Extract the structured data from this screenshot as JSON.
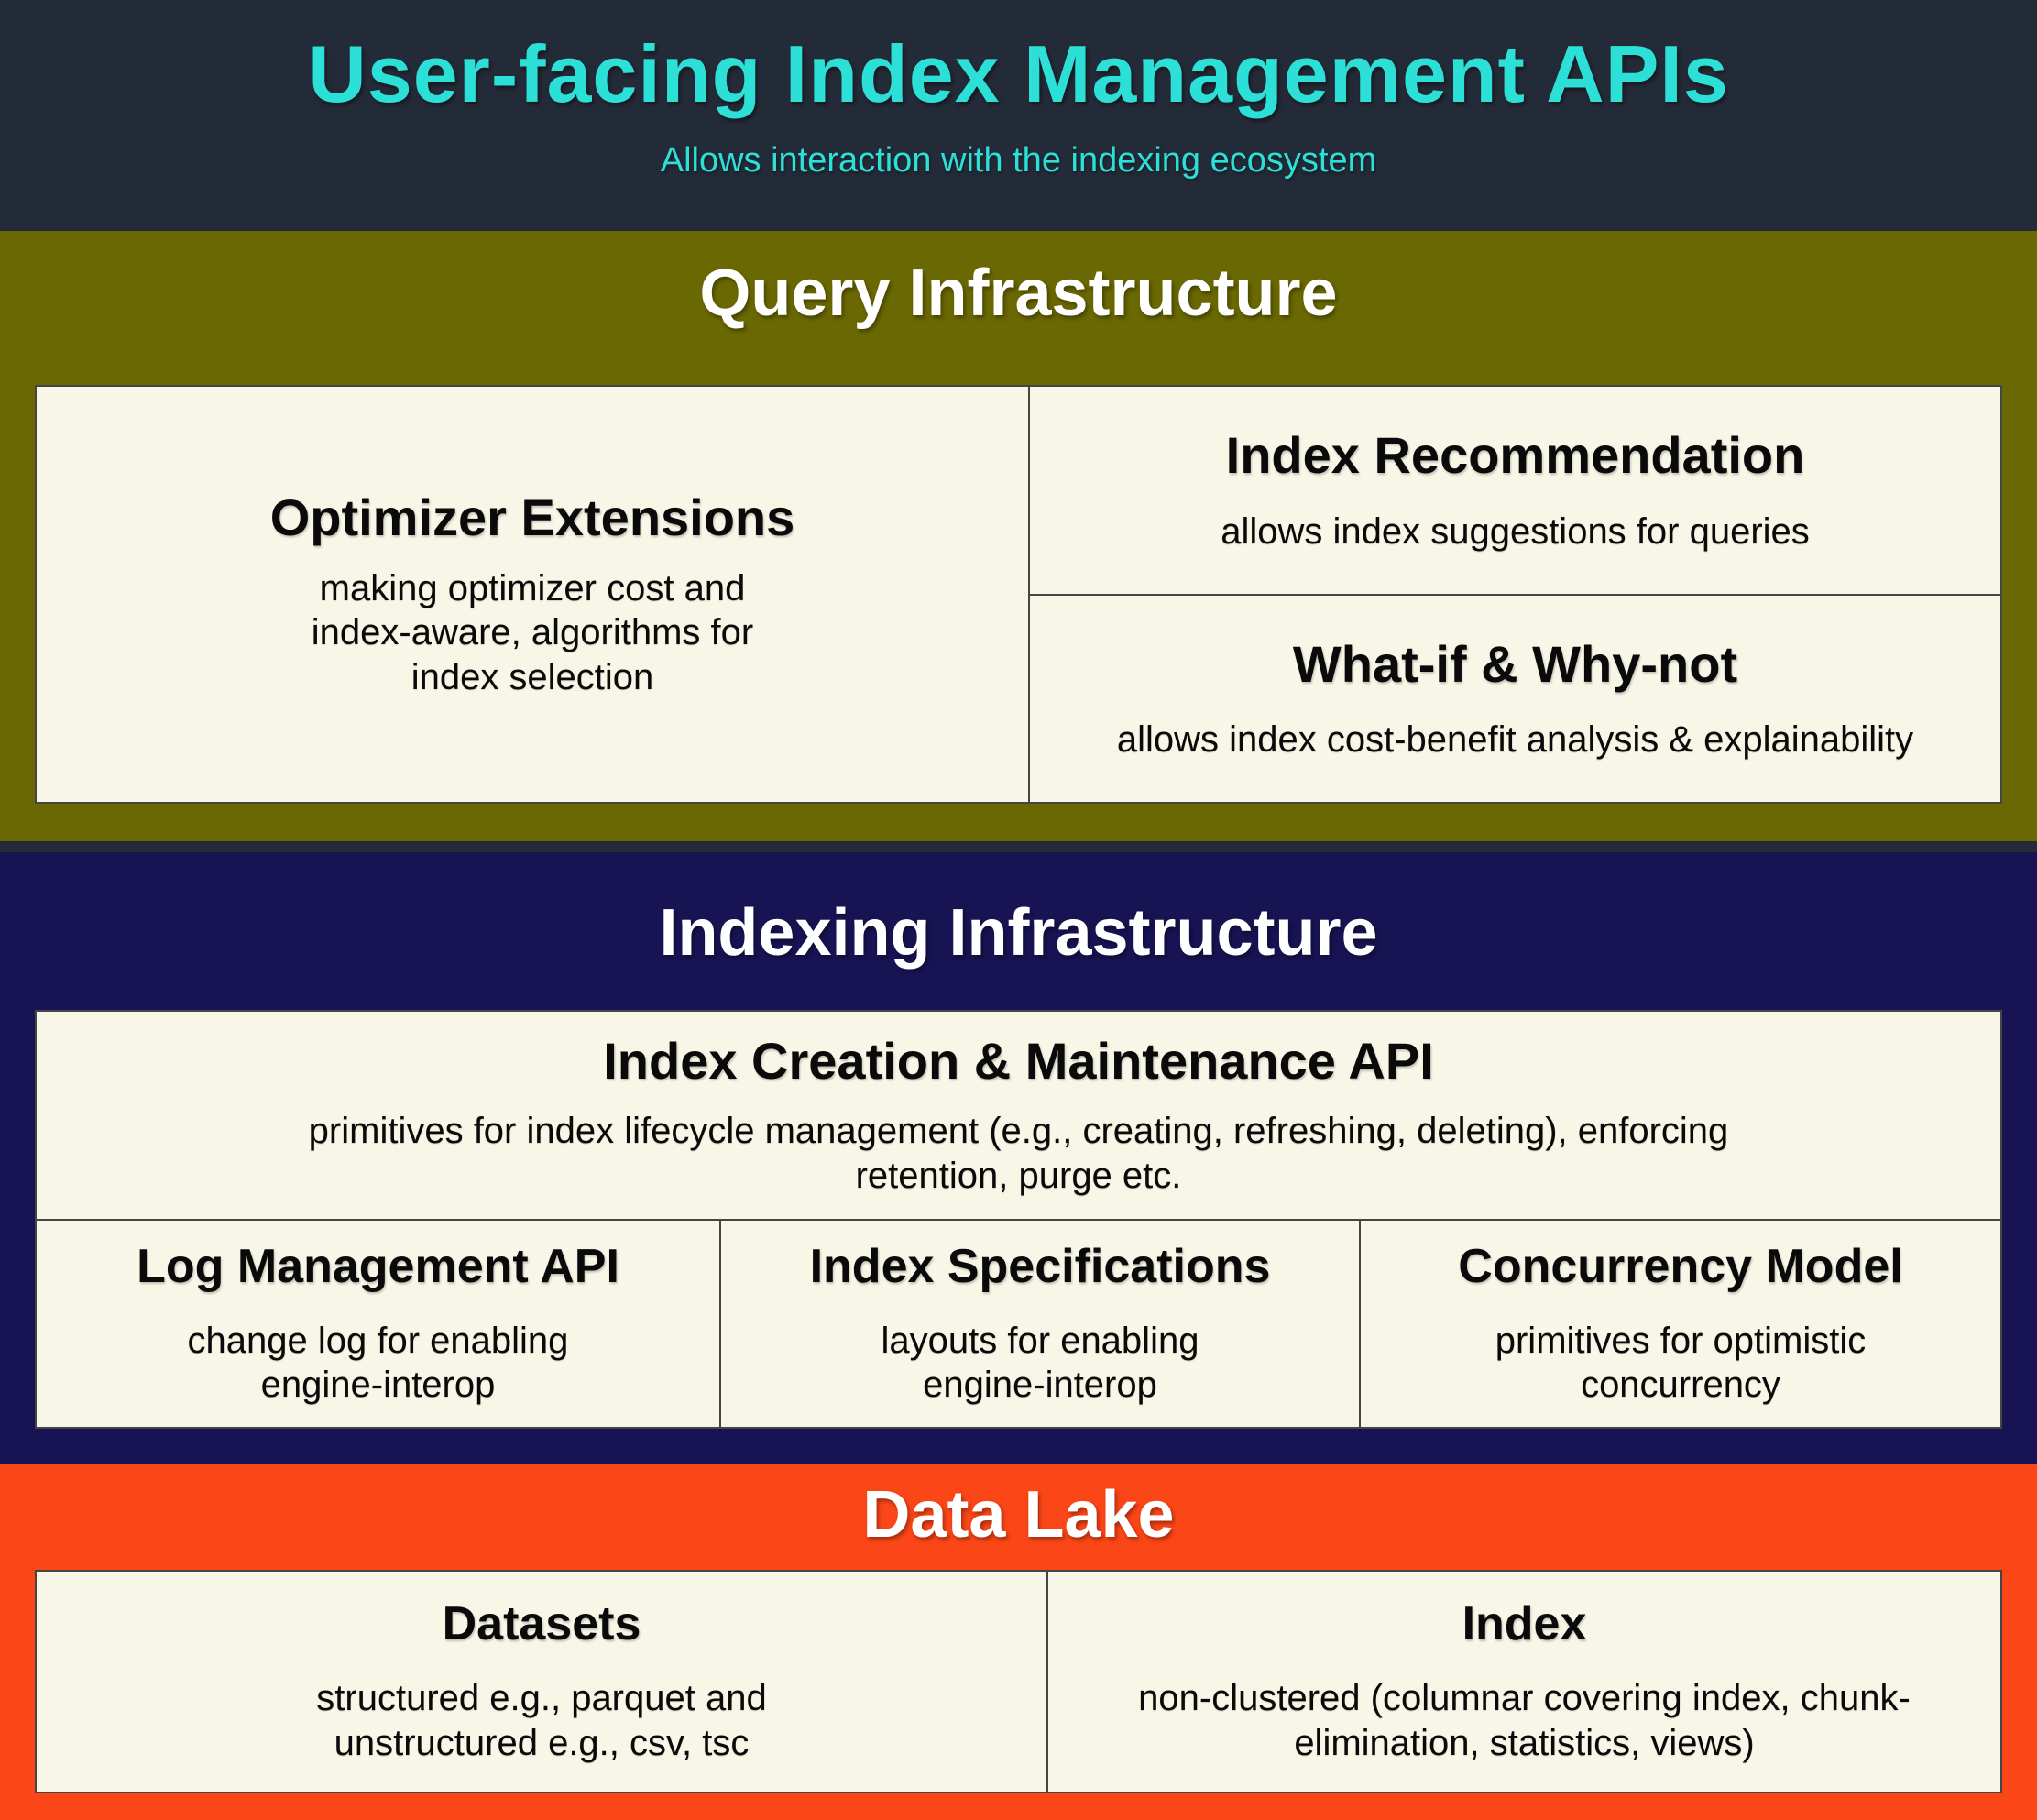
{
  "header": {
    "title": "User-facing Index Management APIs",
    "subtitle": "Allows interaction with the indexing ecosystem"
  },
  "sections": {
    "query": {
      "heading": "Query Infrastructure",
      "cards": {
        "optimizer": {
          "title": "Optimizer Extensions",
          "description": "making optimizer cost and index-aware, algorithms for index selection"
        },
        "recommendation": {
          "title": "Index Recommendation",
          "description": "allows index suggestions for queries"
        },
        "whatif": {
          "title": "What-if & Why-not",
          "description": "allows index cost-benefit analysis & explainability"
        }
      }
    },
    "indexing": {
      "heading": "Indexing Infrastructure",
      "cards": {
        "creation": {
          "title": "Index Creation & Maintenance API",
          "description": "primitives for index lifecycle management (e.g., creating, refreshing, deleting), enforcing retention, purge etc."
        },
        "log": {
          "title": "Log Management API",
          "description": "change log for enabling engine-interop"
        },
        "specs": {
          "title": "Index Specifications",
          "description": "layouts for enabling engine-interop"
        },
        "concurrency": {
          "title": "Concurrency Model",
          "description": "primitives for optimistic concurrency"
        }
      }
    },
    "datalake": {
      "heading": "Data Lake",
      "cards": {
        "datasets": {
          "title": "Datasets",
          "description": "structured e.g., parquet and unstructured e.g., csv, tsc"
        },
        "index": {
          "title": "Index",
          "description": "non-clustered (columnar covering index, chunk-elimination, statistics, views)"
        }
      }
    }
  },
  "colors": {
    "header_bg": "#242b38",
    "accent_cyan": "#2ce0d8",
    "query_bg": "#6a6802",
    "indexing_bg": "#181353",
    "datalake_bg": "#fb4617",
    "card_bg": "#f8f6e7",
    "card_border": "#454545",
    "heading_text": "#ffffff",
    "card_text": "#0a0a0a"
  }
}
